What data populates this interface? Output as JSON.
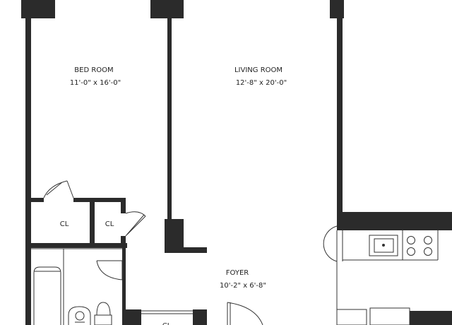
{
  "colors": {
    "wall": "#2b2b2b",
    "line": "#333333",
    "background": "#ffffff"
  },
  "rooms": {
    "bedroom": {
      "name": "BED ROOM",
      "size": "11'-0\"  x  16'-0\""
    },
    "living": {
      "name": "LIVING ROOM",
      "size": "12'-8\" x 20'-0\""
    },
    "foyer": {
      "name": "FOYER",
      "size": "10'-2\" x 6'-8\""
    },
    "closet_left": {
      "name": "CL"
    },
    "closet_right": {
      "name": "CL"
    },
    "closet_bottom": {
      "name": "CL"
    }
  },
  "fixtures": [
    "sink-icon",
    "stove-icon",
    "bathtub-icon",
    "toilet-icon",
    "washbasin-icon"
  ]
}
